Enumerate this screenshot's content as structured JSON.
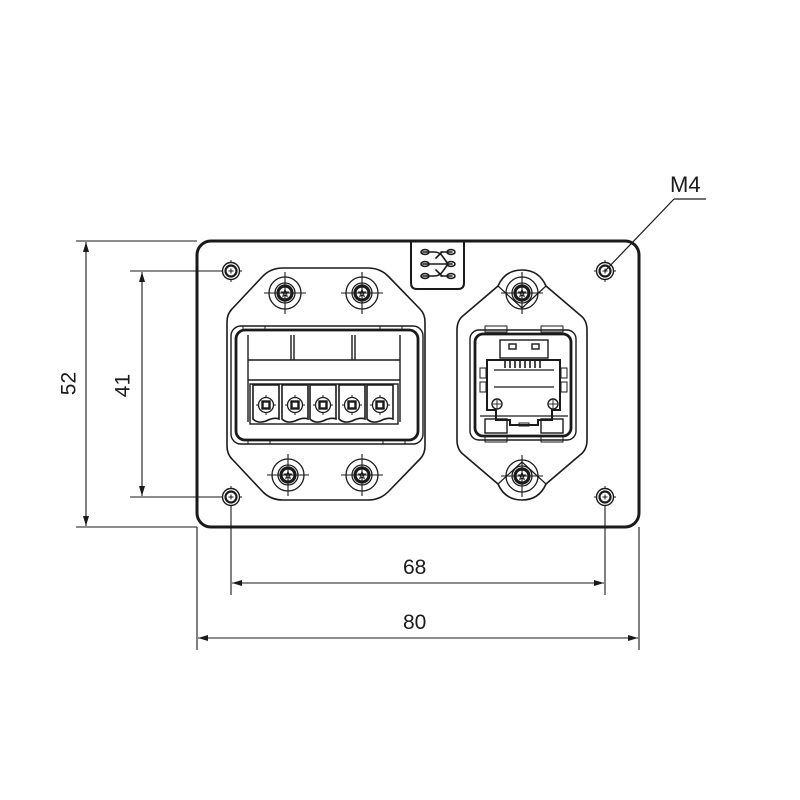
{
  "drawing": {
    "title": "Panel mount plate with power connector and RJ45 connector - front view",
    "colors": {
      "line": "#1a1a1a",
      "background": "#ffffff"
    },
    "thread_callout": "M4",
    "dimensions": {
      "overall_height": "52",
      "hole_spacing_vertical": "41",
      "hole_spacing_horizontal": "68",
      "overall_width": "80"
    },
    "components": [
      {
        "name": "power-connector",
        "type": "5-pin terminal block insert",
        "pins": 5
      },
      {
        "name": "rj45-connector",
        "type": "RJ45 ethernet insert"
      },
      {
        "name": "logo-badge",
        "type": "manufacturer logo"
      }
    ]
  }
}
